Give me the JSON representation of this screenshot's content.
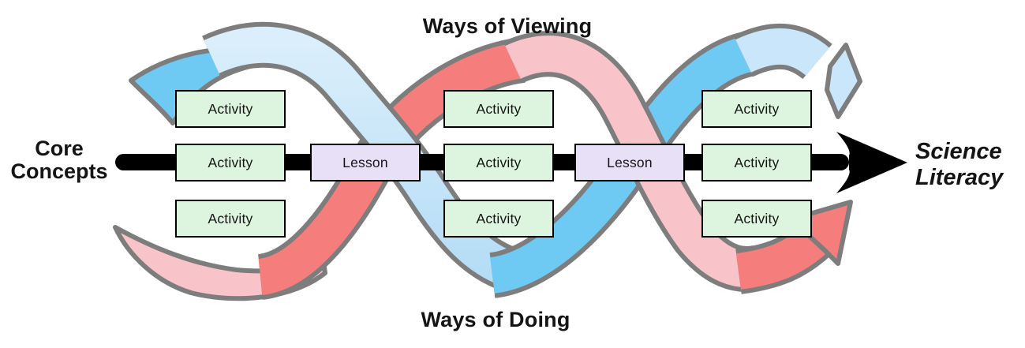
{
  "labels": {
    "top": "Ways of Viewing",
    "bottom": "Ways of Doing",
    "left_line1": "Core",
    "left_line2": "Concepts",
    "right_line1": "Science",
    "right_line2": "Literacy"
  },
  "boxes": [
    {
      "id": "activity-col1-top",
      "type": "activity",
      "label": "Activity"
    },
    {
      "id": "activity-col1-middle",
      "type": "activity",
      "label": "Activity"
    },
    {
      "id": "activity-col1-bottom",
      "type": "activity",
      "label": "Activity"
    },
    {
      "id": "lesson-1",
      "type": "lesson",
      "label": "Lesson"
    },
    {
      "id": "activity-col2-top",
      "type": "activity",
      "label": "Activity"
    },
    {
      "id": "activity-col2-middle",
      "type": "activity",
      "label": "Activity"
    },
    {
      "id": "activity-col2-bottom",
      "type": "activity",
      "label": "Activity"
    },
    {
      "id": "lesson-2",
      "type": "lesson",
      "label": "Lesson"
    },
    {
      "id": "activity-col3-top",
      "type": "activity",
      "label": "Activity"
    },
    {
      "id": "activity-col3-middle",
      "type": "activity",
      "label": "Activity"
    },
    {
      "id": "activity-col3-bottom",
      "type": "activity",
      "label": "Activity"
    }
  ],
  "colors": {
    "activity_fill": "#ddf5de",
    "lesson_fill": "#e7e0f6",
    "box_border": "#000000",
    "ribbon_outline": "#7d7d7d",
    "blue_dark": "#6ec9f3",
    "blue_light": "#c9e6fa",
    "blue_light_top": "#daeefb",
    "blue_light_bottom": "#b5ddf6",
    "pink_light": "#f9c3ca",
    "red_dark": "#f57e7d",
    "arrow_black": "#000000",
    "text_color": "#141414"
  }
}
